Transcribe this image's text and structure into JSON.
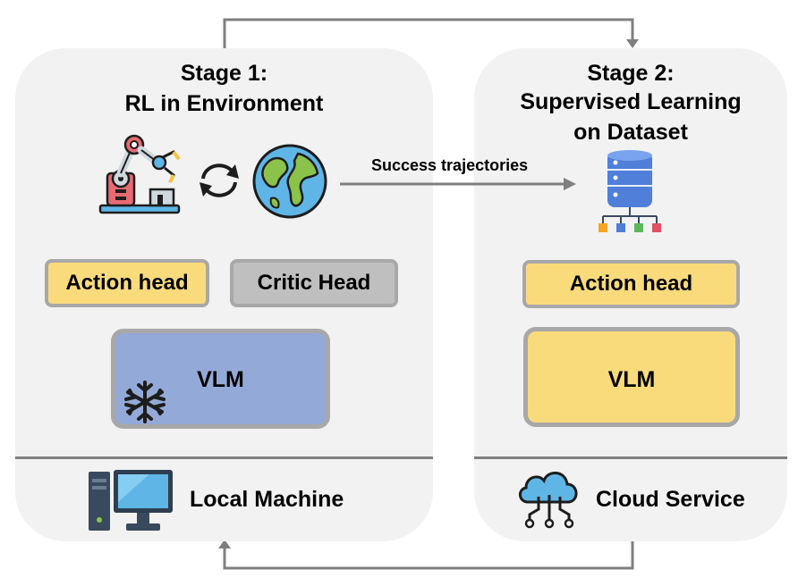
{
  "stage1": {
    "title_line1": "Stage 1:",
    "title_line2": "RL in Environment",
    "action_head": "Action head",
    "critic_head": "Critic Head",
    "vlm": "VLM",
    "footer": "Local Machine"
  },
  "stage2": {
    "title_line1": "Stage 2:",
    "title_line2": "Supervised Learning",
    "title_line3": "on Dataset",
    "action_head": "Action head",
    "vlm": "VLM",
    "footer": "Cloud Service"
  },
  "transfer_label": "Success trajectories",
  "colors": {
    "panel": "#f2f2f2",
    "action_head": "#fadb7c",
    "critic_head": "#bfbfbf",
    "vlm_frozen": "#93a9d8",
    "vlm_trainable": "#fadb7c",
    "arrow": "#7f7f7f"
  },
  "icons": [
    "robot-arm-icon",
    "cycle-arrows-icon",
    "globe-icon",
    "database-icon",
    "snowflake-icon",
    "computer-icon",
    "cloud-icon"
  ]
}
